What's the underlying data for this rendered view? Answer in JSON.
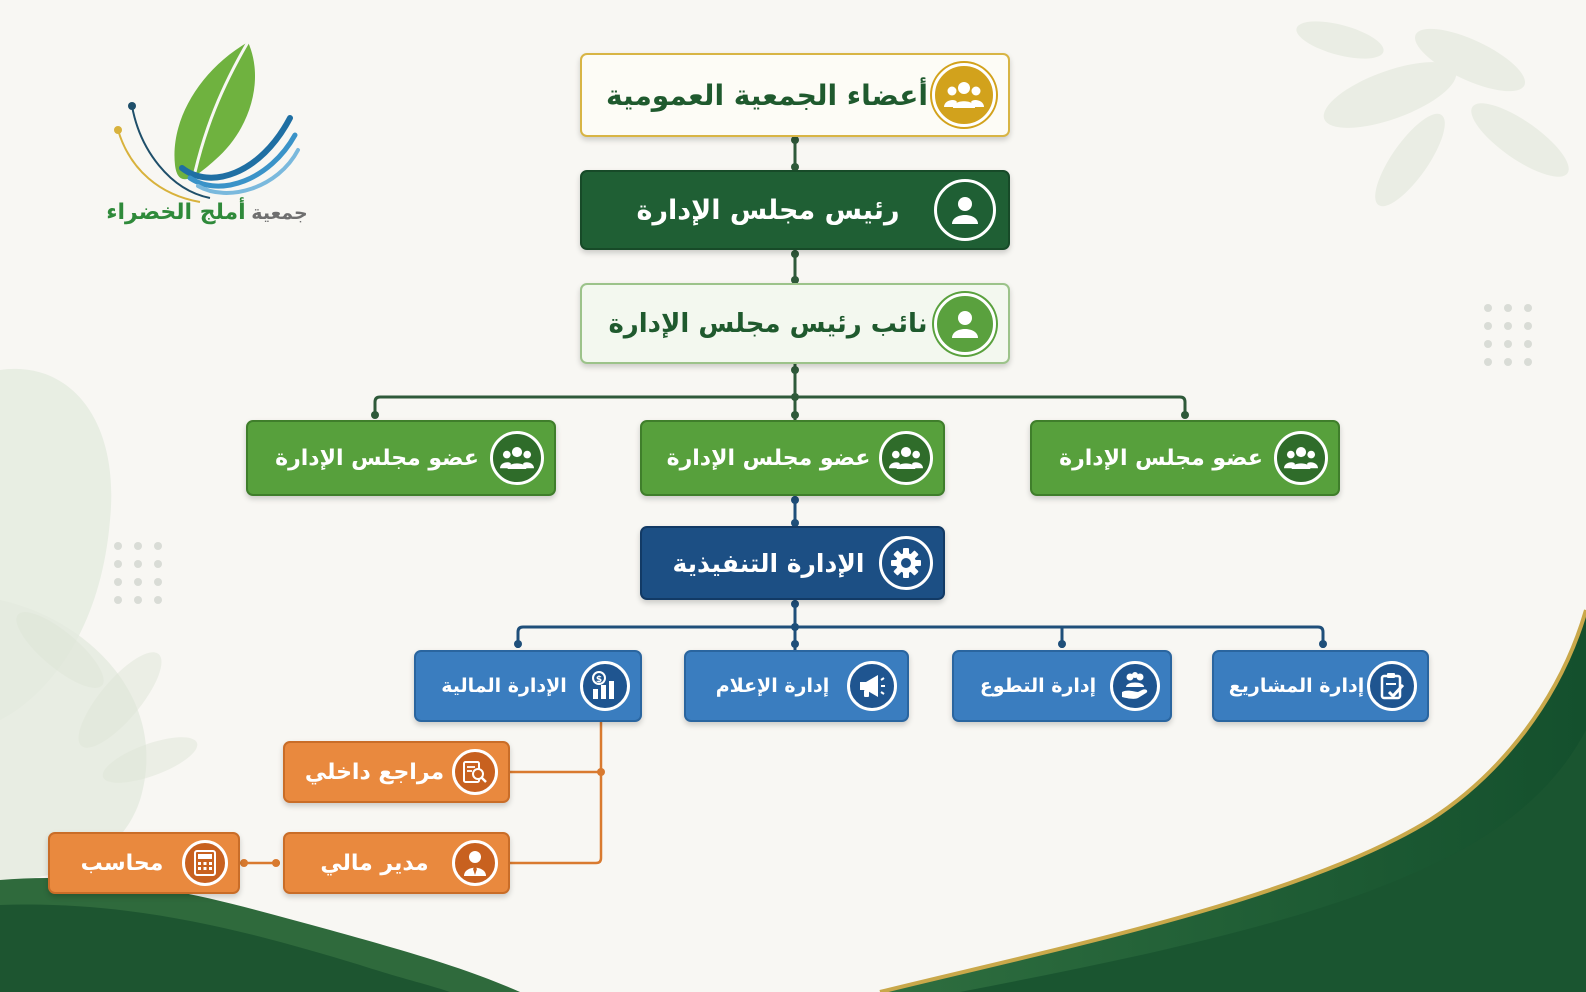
{
  "logo": {
    "prefix": "جمعية",
    "name": "أملج الخضراء",
    "icon": "leaf-logo-icon"
  },
  "colors": {
    "gold": "#d2a21c",
    "dark_green": "#1f5f34",
    "light_green": "#5aa13e",
    "green": "#57a03c",
    "navy": "#1c4f84",
    "blue": "#3a7dbf",
    "orange": "#e9893e",
    "connector_green": "#2f6e33",
    "connector_navy": "#1f4f7a",
    "connector_orange": "#d97a2f"
  },
  "org_chart": {
    "general_assembly": {
      "label": "أعضاء الجمعية العمومية",
      "icon": "group-icon"
    },
    "board_chairman": {
      "label": "رئيس مجلس الإدارة",
      "icon": "person-icon"
    },
    "vice_chairman": {
      "label": "نائب رئيس مجلس الإدارة",
      "icon": "person-icon"
    },
    "board_members": [
      {
        "label": "عضو مجلس الإدارة",
        "icon": "group-icon"
      },
      {
        "label": "عضو مجلس الإدارة",
        "icon": "group-icon"
      },
      {
        "label": "عضو مجلس الإدارة",
        "icon": "group-icon"
      }
    ],
    "executive_management": {
      "label": "الإدارة التنفيذية",
      "icon": "gear-icon"
    },
    "departments": [
      {
        "label": "إدارة المشاريع",
        "icon": "clipboard-check-icon"
      },
      {
        "label": "إدارة التطوع",
        "icon": "volunteer-hand-icon"
      },
      {
        "label": "إدارة الإعلام",
        "icon": "megaphone-icon"
      },
      {
        "label": "الإدارة المالية",
        "icon": "finance-chart-icon"
      }
    ],
    "finance_staff": {
      "internal_auditor": {
        "label": "مراجع داخلي",
        "icon": "audit-search-icon"
      },
      "financial_manager": {
        "label": "مدير مالي",
        "icon": "manager-icon"
      },
      "accountant": {
        "label": "محاسب",
        "icon": "calculator-icon"
      }
    }
  }
}
